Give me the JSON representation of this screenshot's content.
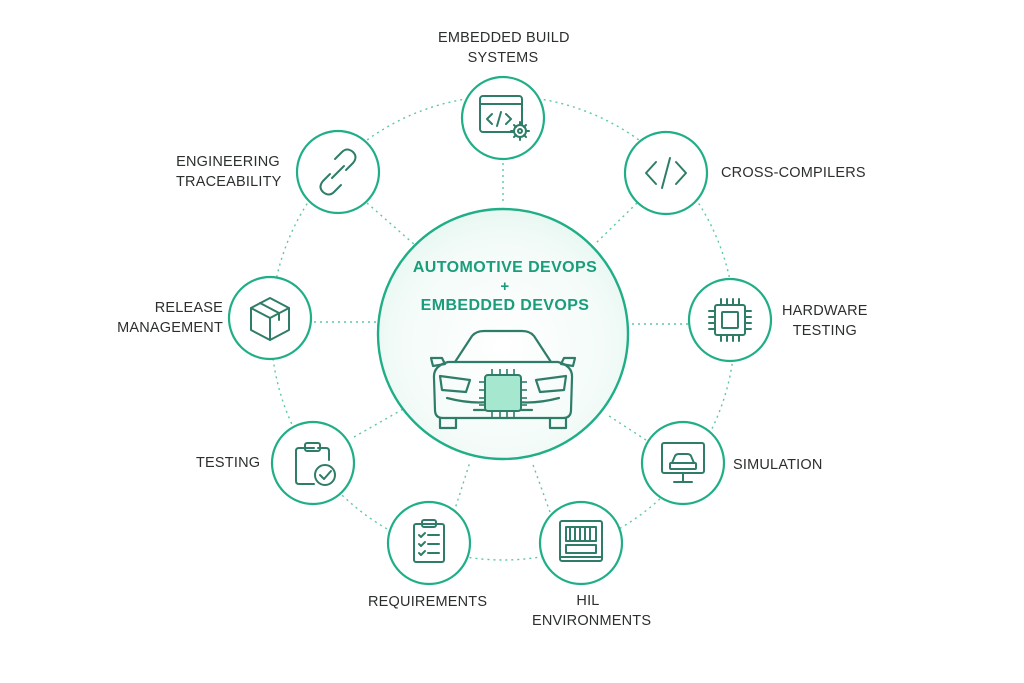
{
  "center": {
    "line1": "AUTOMOTIVE DEVOPS",
    "plus": "+",
    "line2": "EMBEDDED DEVOPS"
  },
  "nodes": [
    {
      "id": "build",
      "icon": "code-window-gear-icon",
      "label_lines": [
        "EMBEDDED BUILD",
        "SYSTEMS"
      ]
    },
    {
      "id": "compilers",
      "icon": "code-brackets-icon",
      "label_lines": [
        "CROSS-COMPILERS"
      ]
    },
    {
      "id": "hardware",
      "icon": "chip-icon",
      "label_lines": [
        "HARDWARE",
        "TESTING"
      ]
    },
    {
      "id": "simulation",
      "icon": "monitor-car-icon",
      "label_lines": [
        "SIMULATION"
      ]
    },
    {
      "id": "hil",
      "icon": "hil-rack-icon",
      "label_lines": [
        "HIL",
        "ENVIRONMENTS"
      ]
    },
    {
      "id": "requirements",
      "icon": "checklist-icon",
      "label_lines": [
        "REQUIREMENTS"
      ]
    },
    {
      "id": "testing",
      "icon": "clipboard-check-icon",
      "label_lines": [
        "TESTING"
      ]
    },
    {
      "id": "release",
      "icon": "package-box-icon",
      "label_lines": [
        "RELEASE",
        "MANAGEMENT"
      ]
    },
    {
      "id": "traceability",
      "icon": "chain-link-icon",
      "label_lines": [
        "ENGINEERING",
        "TRACEABILITY"
      ]
    }
  ],
  "colors": {
    "accent": "#1fae86",
    "accent_text": "#1a9d7a",
    "icon_stroke": "#2f7d68",
    "chip_fill": "#a6e8cf",
    "label_text": "#2b2f2e"
  }
}
